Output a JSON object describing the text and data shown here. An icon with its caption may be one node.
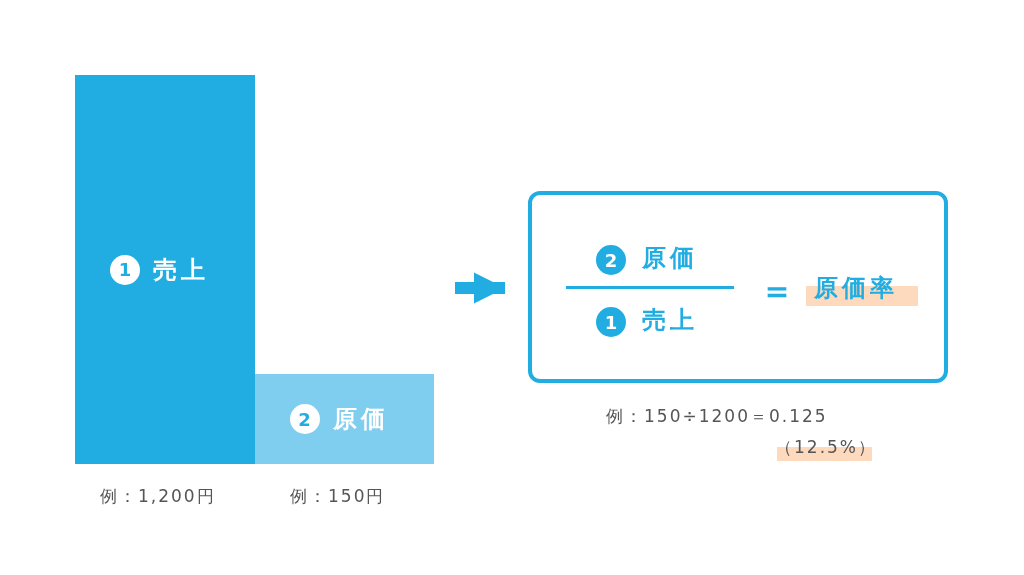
{
  "diagram": {
    "nodes": [
      {
        "text": [
          "1",
          "売上"
        ],
        "beside": [
          "例：1,200円"
        ]
      },
      {
        "text": [
          "2",
          "原価"
        ],
        "beside": [
          "例：150円"
        ]
      },
      {
        "text": [
          "2",
          "原価",
          "1",
          "売上",
          "＝",
          "原価率"
        ],
        "beside": [
          "例：150÷1200＝0.125",
          "（12.5%）"
        ]
      }
    ],
    "edges": [
      {
        "from": null,
        "to": 2,
        "arrow": "to"
      }
    ]
  }
}
